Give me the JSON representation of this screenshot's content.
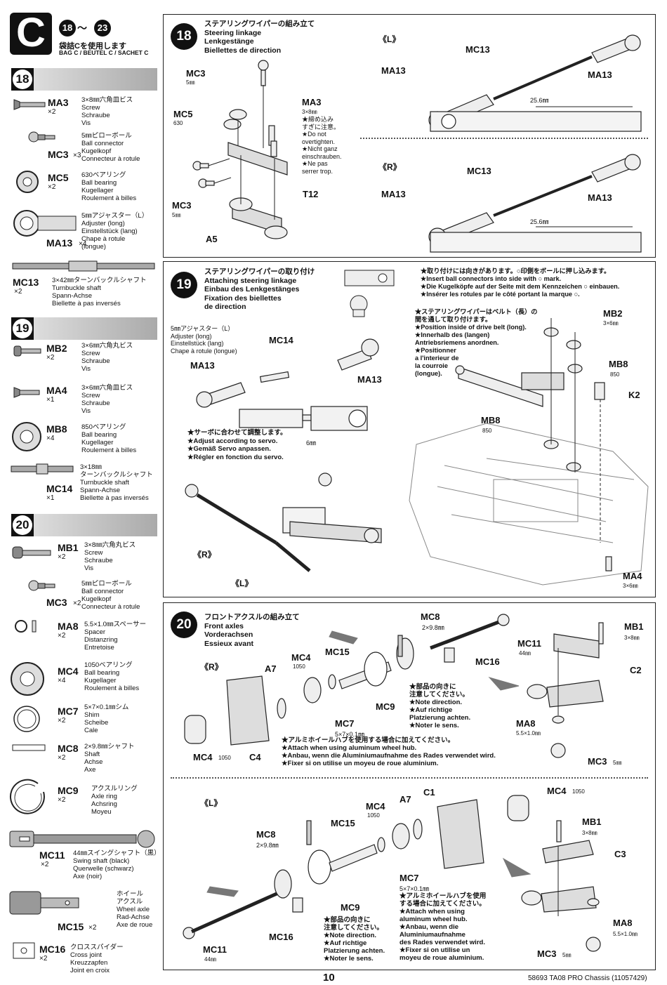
{
  "header": {
    "bag_letter": "C",
    "step_from": "18",
    "step_sep": "〜",
    "step_to": "23",
    "bag_jp": "袋詰Cを使用します",
    "bag_multi": "BAG C / BEUTEL C / SACHET C"
  },
  "sidebar": {
    "s18": {
      "num": "18",
      "parts": [
        {
          "code": "MA3",
          "qty": "×2",
          "desc": "3×8㎜六角皿ビス\nScrew\nSchraube\nVis"
        },
        {
          "code": "MC3",
          "qty": "×3",
          "desc": "5㎜ピローボール\nBall connector\nKugelkopf\nConnecteur à rotule"
        },
        {
          "code": "MC5",
          "qty": "×2",
          "desc": "630ベアリング\nBall bearing\nKugellager\nRoulement à billes"
        },
        {
          "code": "MA13",
          "qty": "×4",
          "desc": "5㎜アジャスター（L）\nAdjuster (long)\nEinstellstück (lang)\nChape à rotule\n(longue)"
        },
        {
          "code": "MC13",
          "qty": "×2",
          "desc": "3×42㎜ターンバックルシャフト\nTurnbuckle shaft\nSpann-Achse\nBiellette à pas inversés"
        }
      ]
    },
    "s19": {
      "num": "19",
      "parts": [
        {
          "code": "MB2",
          "qty": "×2",
          "desc": "3×6㎜六角丸ビス\nScrew\nSchraube\nVis"
        },
        {
          "code": "MA4",
          "qty": "×1",
          "desc": "3×6㎜六角皿ビス\nScrew\nSchraube\nVis"
        },
        {
          "code": "MB8",
          "qty": "×4",
          "desc": "850ベアリング\nBall bearing\nKugellager\nRoulement à billes"
        },
        {
          "code": "MC14",
          "qty": "×1",
          "desc": "3×18㎜\nターンバックルシャフト\nTurnbuckle shaft\nSpann-Achse\nBiellette à pas inversés"
        }
      ]
    },
    "s20": {
      "num": "20",
      "parts": [
        {
          "code": "MB1",
          "qty": "×2",
          "desc": "3×8㎜六角丸ビス\nScrew\nSchraube\nVis"
        },
        {
          "code": "MC3",
          "qty": "×2",
          "desc": "5㎜ピローボール\nBall connector\nKugelkopf\nConnecteur à rotule"
        },
        {
          "code": "MA8",
          "qty": "×2",
          "desc": "5.5×1.0㎜スペーサー\nSpacer\nDistanzring\nEntretoise"
        },
        {
          "code": "MC4",
          "qty": "×4",
          "desc": "1050ベアリング\nBall bearing\nKugellager\nRoulement à billes"
        },
        {
          "code": "MC7",
          "qty": "×2",
          "desc": "5×7×0.1㎜シム\nShim\nScheibe\nCale"
        },
        {
          "code": "MC8",
          "qty": "×2",
          "desc": "2×9.8㎜シャフト\nShaft\nAchse\nAxe"
        },
        {
          "code": "MC9",
          "qty": "×2",
          "desc": "アクスルリング\nAxle ring\nAchsring\nMoyeu"
        },
        {
          "code": "MC11",
          "qty": "×2",
          "desc": "44㎜スイングシャフト（黒）\nSwing shaft (black)\nQuerwelle (schwarz)\nAxe (noir)"
        },
        {
          "code": "MC15",
          "qty": "×2",
          "desc": "ホイール\nアクスル\nWheel axle\nRad-Achse\nAxe de roue"
        },
        {
          "code": "MC16",
          "qty": "×2",
          "desc": "クロススパイダー\nCross joint\nKreuzzapfen\nJoint en croix"
        }
      ]
    }
  },
  "step18": {
    "num": "18",
    "title": "ステアリングワイパーの組み立て\nSteering linkage\nLenkgestänge\nBiellettes de direction",
    "labels": {
      "MC3a": "MC3",
      "MC3a_sub": "5㎜",
      "MA3": "MA3",
      "MA3_sub": "3×8㎜",
      "MA3_note": "★締め込み\nすぎに注意。\n★Do not\novertighten.\n★Nicht ganz\neinschrauben.\n★Ne pas\nserrer trop.",
      "MC5": "MC5",
      "MC5_sub": "630",
      "MC3b": "MC3",
      "MC3b_sub": "5㎜",
      "T12": "T12",
      "A5": "A5"
    },
    "left_mark": "《L》",
    "right_mark": "《R》",
    "mc13": "MC13",
    "ma13": "MA13",
    "dim": "25.6㎜"
  },
  "step19": {
    "num": "19",
    "title": "ステアリングワイパーの取り付け\nAttaching steering linkage\nEinbau des Lenkgestänges\nFixation des biellettes\nde direction",
    "ball_note": "★取り付けには向きがあります。○印側をボールに押し込みます。\n★Insert ball connectors into side with ○ mark.\n★Die Kugelköpfe auf der Seite mit dem Kennzeichen ○ einbauen.\n★Insérer les rotules par le côté portant la marque ○.",
    "adjuster": "5㎜アジャスター（L）\nAdjuster (long)\nEinstellstück (lang)\nChape à rotule (longue)",
    "mc14": "MC14",
    "ma13": "MA13",
    "dim": "6㎜",
    "servo_note": "★サーボに合わせて調整します。\n★Adjust according to servo.\n★Gemäß Servo anpassen.\n★Régler en fonction du servo.",
    "belt_note": "★ステアリングワイパーはベルト（長）の\n間を通して取り付けます。\n★Position inside of drive belt (long).\n★Innerhalb des (langen)\nAntriebsriemens anordnen.\n★Positionner\na l'interieur de\nla courroie\n(longue).",
    "mb2": "MB2",
    "mb2_sub": "3×6㎜",
    "mb8": "MB8",
    "mb8_sub": "850",
    "k2": "K2",
    "ma4": "MA4",
    "ma4_sub": "3×6㎜",
    "r_mark": "《R》",
    "l_mark": "《L》"
  },
  "step20": {
    "num": "20",
    "title": "フロントアクスルの組み立て\nFront axles\nVorderachsen\nEssieux avant",
    "r_mark": "《R》",
    "l_mark": "《L》",
    "mc8": "MC8",
    "mc8_sub": "2×9.8㎜",
    "mc11": "MC11",
    "mc11_sub": "44㎜",
    "mc16": "MC16",
    "mc15": "MC15",
    "mc4": "MC4",
    "mc4_sub": "1050",
    "a7": "A7",
    "mc9": "MC9",
    "mc7": "MC7",
    "mc7_sub": "5×7×0.1㎜",
    "c4": "C4",
    "c1": "C1",
    "mb1": "MB1",
    "mb1_sub": "3×8㎜",
    "c2": "C2",
    "c3": "C3",
    "ma8": "MA8",
    "ma8_sub": "5.5×1.0㎜",
    "mc3": "MC3",
    "mc3_sub": "5㎜",
    "dir_note": "★部品の向きに\n注意してください。\n★Note direction.\n★Auf richtige\nPlatzierung achten.\n★Noter le sens.",
    "hub_note": "★アルミホイールハブを使用する場合に加えてください。\n★Attach when using aluminum wheel hub.\n★Anbau, wenn die Aluminiumaufnahme des Rades verwendet wird.\n★Fixer si on utilise un moyeu de roue aluminium.",
    "hub_note_l": "★アルミホイールハブを使用\nする場合に加えてください。\n★Attach when using\naluminum wheel hub.\n★Anbau, wenn die\nAluminiumaufnahme\ndes Rades verwendet wird.\n★Fixer si on utilise un\nmoyeu de roue aluminium."
  },
  "footer": {
    "page": "10",
    "info": "58693  TA08 PRO Chassis (11057429)"
  }
}
